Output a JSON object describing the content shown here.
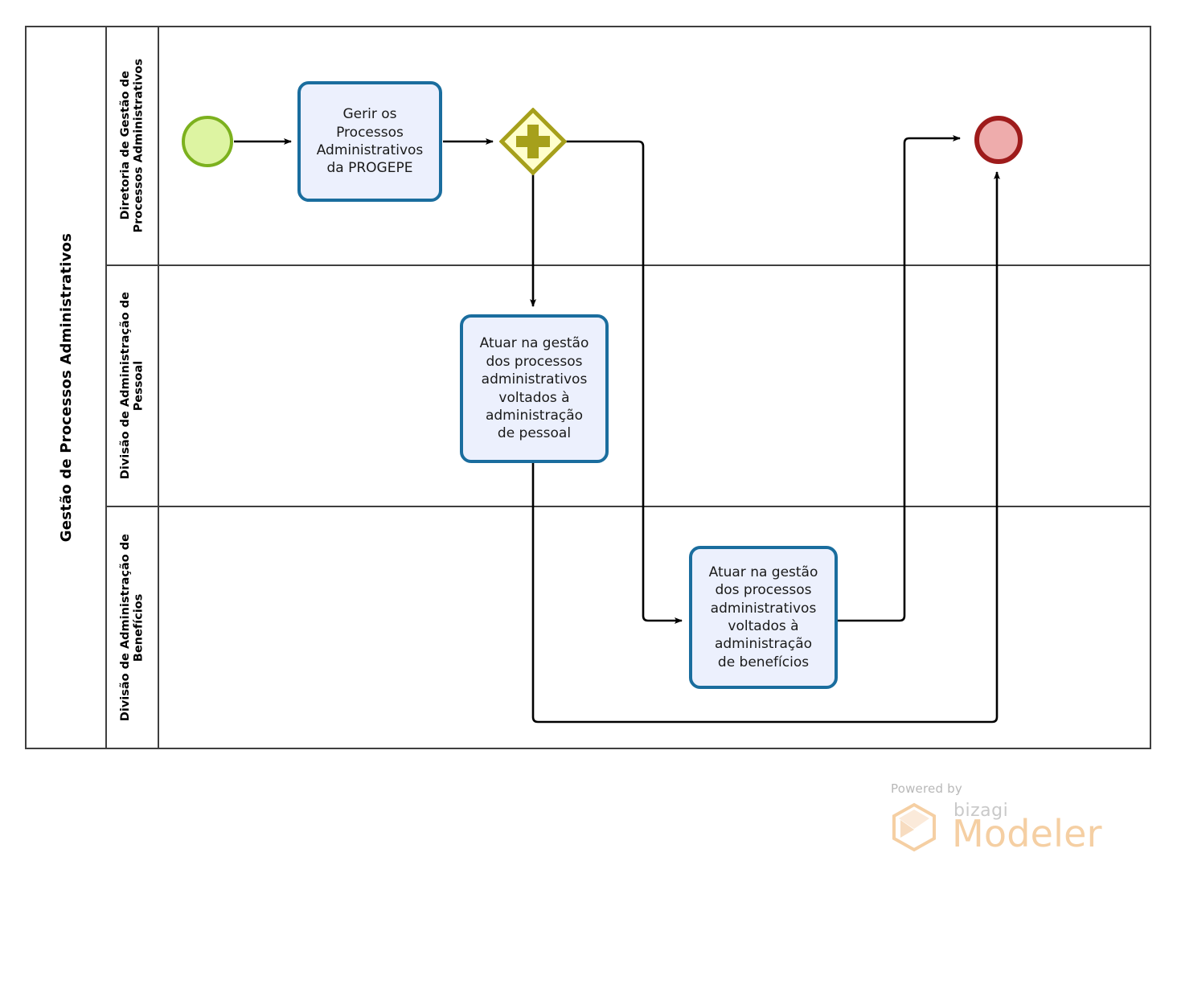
{
  "diagram": {
    "type": "bpmn-process",
    "pool": {
      "title": "Gestão de Processos Administrativos"
    },
    "lanes": [
      {
        "id": "lane-diretoria",
        "label": "Diretoria de Gestão de\nProcessos Administrativos"
      },
      {
        "id": "lane-pessoal",
        "label": "Divisão de Administração de\nPessoal"
      },
      {
        "id": "lane-beneficios",
        "label": "Divisão de Administração de\nBenefícios"
      }
    ],
    "events": [
      {
        "id": "start-event",
        "kind": "start",
        "label": "",
        "lane": "lane-diretoria"
      },
      {
        "id": "end-event",
        "kind": "end",
        "label": "",
        "lane": "lane-diretoria"
      }
    ],
    "gateways": [
      {
        "id": "parallel-gateway",
        "kind": "parallel",
        "symbol": "+",
        "label": "",
        "lane": "lane-diretoria"
      }
    ],
    "tasks": [
      {
        "id": "task-gerir",
        "label": "Gerir os\nProcessos\nAdministrativos\nda PROGEPE",
        "lane": "lane-diretoria"
      },
      {
        "id": "task-pessoal",
        "label": "Atuar na gestão\ndos processos\nadministrativos\nvoltados à\nadministração\nde pessoal",
        "lane": "lane-pessoal"
      },
      {
        "id": "task-beneficios",
        "label": "Atuar na gestão\ndos processos\nadministrativos\nvoltados à\nadministração\nde benefícios",
        "lane": "lane-beneficios"
      }
    ],
    "flows": [
      {
        "id": "flow-start-to-gerir",
        "from": "start-event",
        "to": "task-gerir",
        "label": ""
      },
      {
        "id": "flow-gerir-to-gateway",
        "from": "task-gerir",
        "to": "parallel-gateway",
        "label": ""
      },
      {
        "id": "flow-gateway-to-pessoal",
        "from": "parallel-gateway",
        "to": "task-pessoal",
        "label": ""
      },
      {
        "id": "flow-gateway-to-beneficios",
        "from": "parallel-gateway",
        "to": "task-beneficios",
        "label": ""
      },
      {
        "id": "flow-beneficios-to-end",
        "from": "task-beneficios",
        "to": "end-event",
        "label": ""
      },
      {
        "id": "flow-pessoal-to-end",
        "from": "task-pessoal",
        "to": "end-event",
        "label": ""
      }
    ]
  },
  "colors": {
    "pool_border": "#3f3f3f",
    "task_border": "#1a6d9e",
    "task_fill": "#ecf0fd",
    "start_border": "#7cb11e",
    "start_fill": "#ddf4a2",
    "end_border": "#9e1b1b",
    "end_fill": "#eeacac",
    "gateway_border": "#a6a01b",
    "gateway_fill": "#ffffcc",
    "flow_line": "#000000",
    "logo_accent": "#f5cfa3"
  },
  "footer": {
    "powered_by": "Powered by",
    "brand": "bizagi",
    "product": "Modeler"
  }
}
